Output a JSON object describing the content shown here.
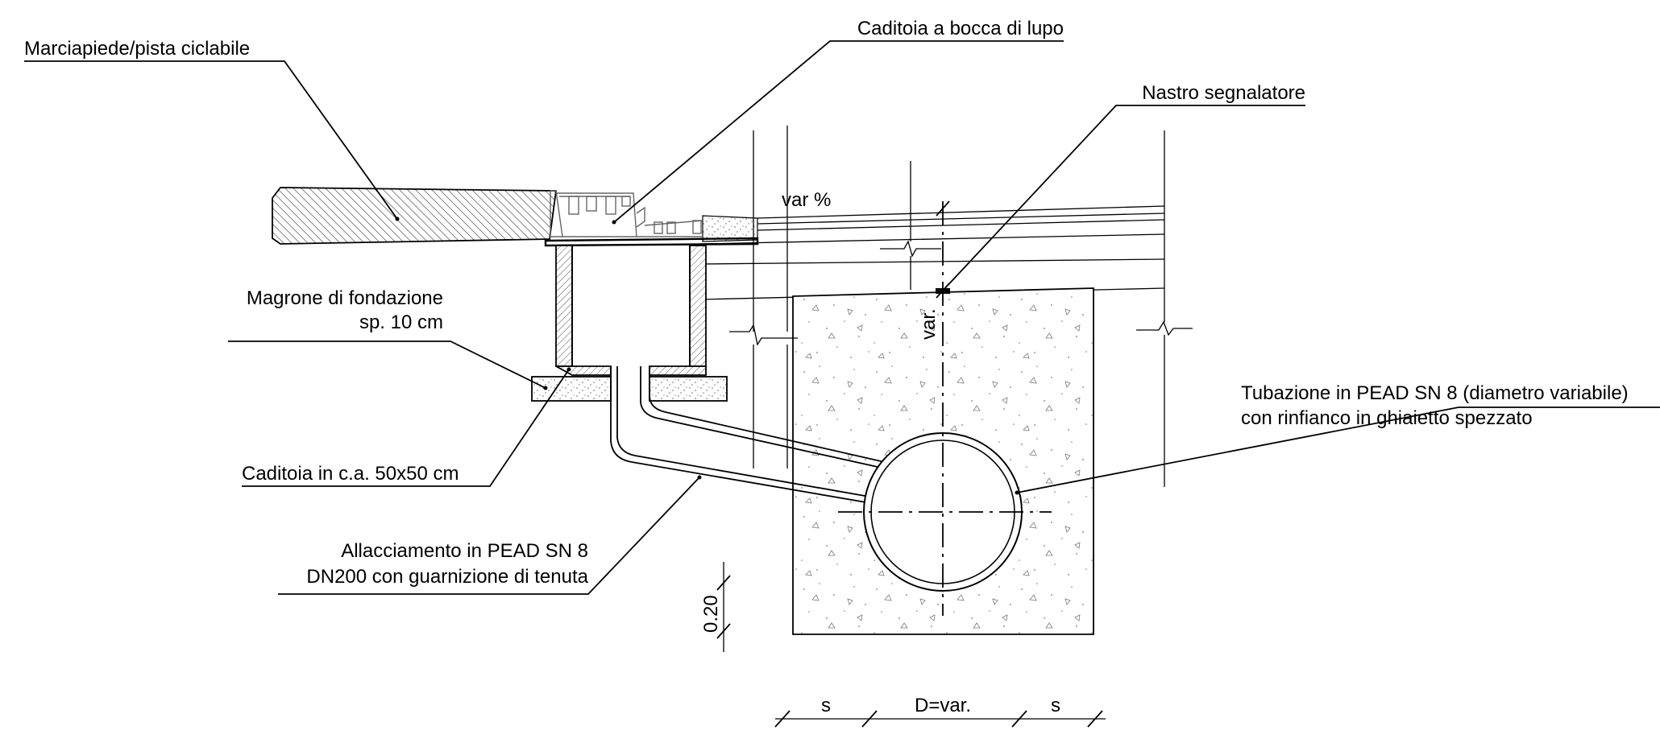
{
  "labels": {
    "marciapiede": "Marciapiede/pista ciclabile",
    "caditoia_bocca": "Caditoia a bocca di lupo",
    "nastro": "Nastro segnalatore",
    "magrone_line1": "Magrone di fondazione",
    "magrone_line2": "sp. 10 cm",
    "tubazione_line1": "Tubazione in PEAD SN 8 (diametro variabile)",
    "tubazione_line2": "con rinfianco in ghiaietto spezzato",
    "caditoia_ca": "Caditoia in c.a. 50x50 cm",
    "allacciamento_line1": "Allacciamento in PEAD SN 8",
    "allacciamento_line2": "DN200 con guarnizione di tenuta"
  },
  "dimensions": {
    "slope": "var %",
    "depth": "var.",
    "bedding": "0.20",
    "side_left": "s",
    "diameter": "D=var.",
    "side_right": "s"
  },
  "colors": {
    "line": "#000000",
    "grey": "#666666",
    "background": "#ffffff"
  }
}
